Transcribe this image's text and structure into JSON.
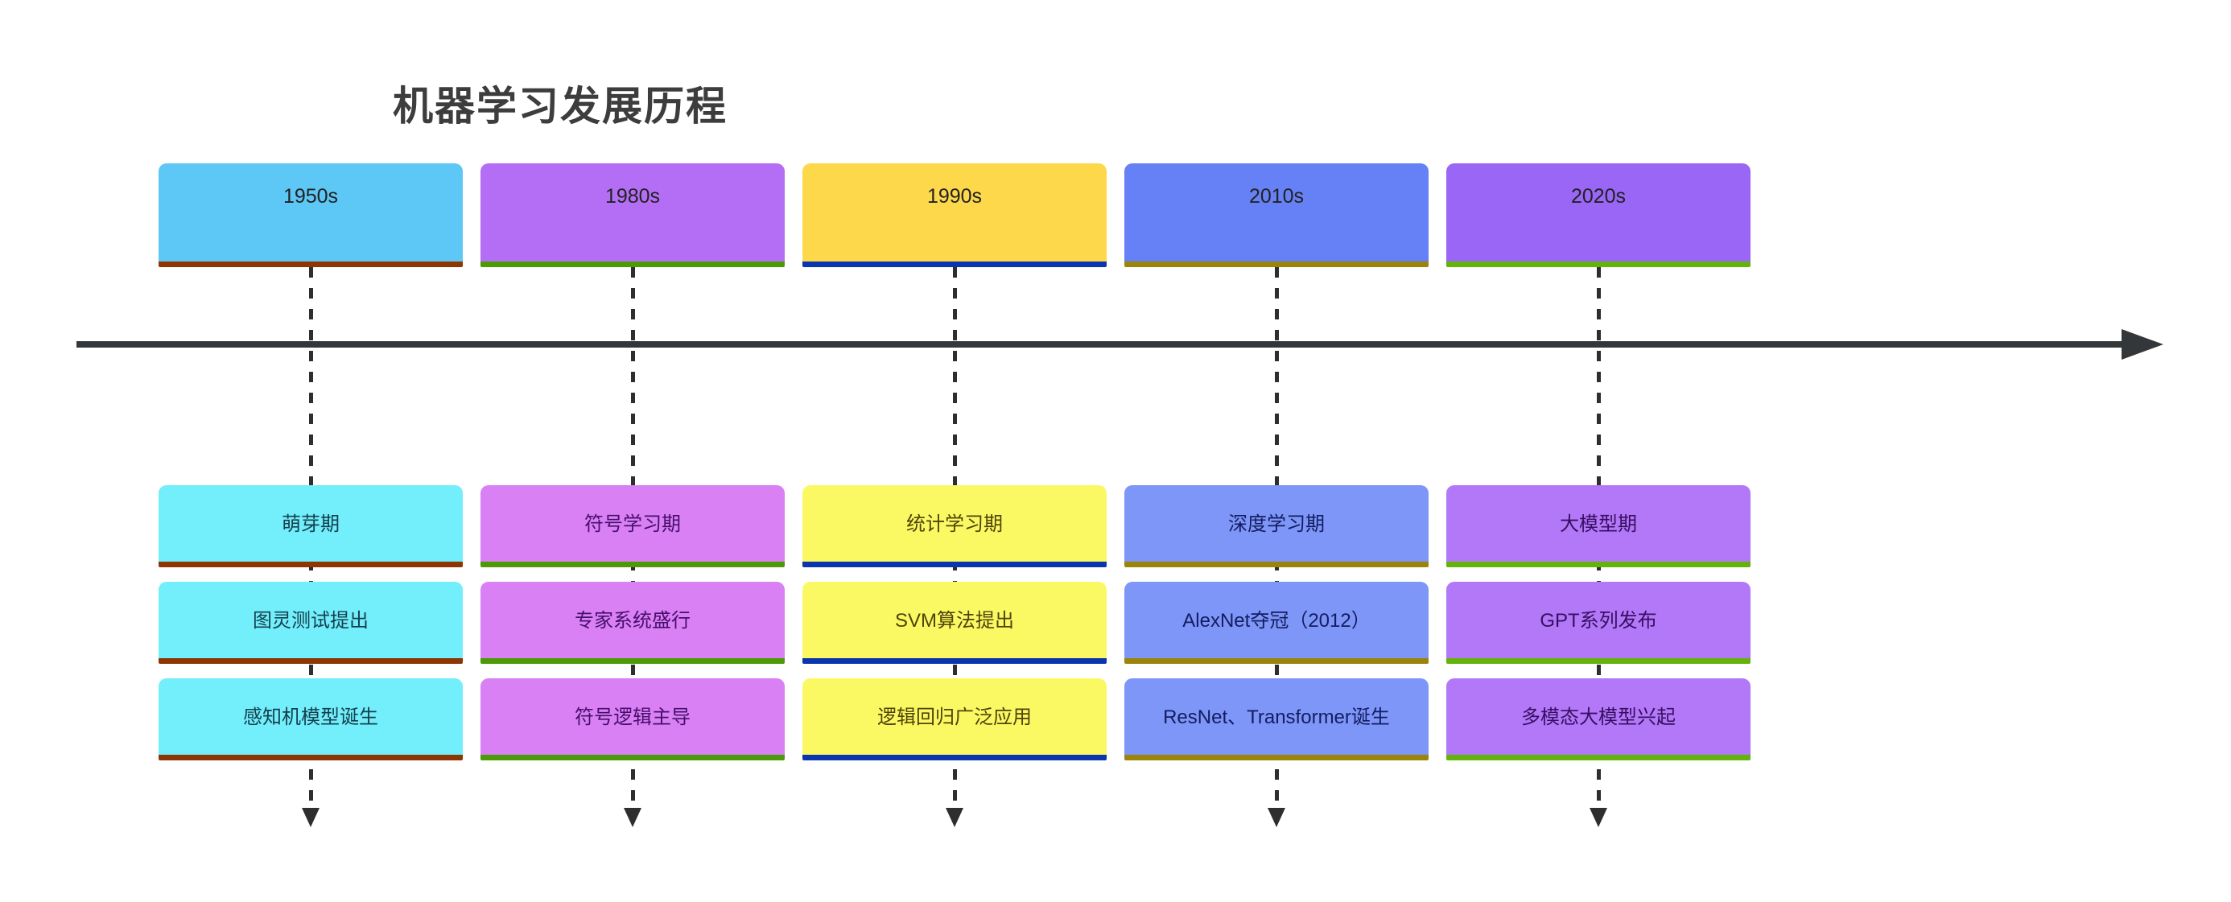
{
  "title": "机器学习发展历程",
  "colors": {
    "background": "#ffffff",
    "title_text": "#3d3d3d",
    "axis": "#33373a",
    "dash": "#2e2e2e",
    "period_label_text": "#222222"
  },
  "timeline": {
    "periods": [
      {
        "label": "1950s",
        "fill": "#5dc8f5",
        "border": "#8e3504",
        "event_fill": "#73eefb",
        "event_text": "#16404e",
        "events": [
          "萌芽期",
          "图灵测试提出",
          "感知机模型诞生"
        ]
      },
      {
        "label": "1980s",
        "fill": "#b46ef5",
        "border": "#4c9a06",
        "event_fill": "#d980f5",
        "event_text": "#470f6b",
        "events": [
          "符号学习期",
          "专家系统盛行",
          "符号逻辑主导"
        ]
      },
      {
        "label": "1990s",
        "fill": "#fdd84a",
        "border": "#0936ae",
        "event_fill": "#fbf963",
        "event_text": "#4f430a",
        "events": [
          "统计学习期",
          "SVM算法提出",
          "逻辑回归广泛应用"
        ]
      },
      {
        "label": "2010s",
        "fill": "#6680f5",
        "border": "#9a8409",
        "event_fill": "#7e96f7",
        "event_text": "#131d60",
        "events": [
          "深度学习期",
          "AlexNet夺冠（2012）",
          "ResNet、Transformer诞生"
        ]
      },
      {
        "label": "2020s",
        "fill": "#9966f6",
        "border": "#63b30b",
        "event_fill": "#b278f7",
        "event_text": "#380e63",
        "events": [
          "大模型期",
          "GPT系列发布",
          "多模态大模型兴起"
        ]
      }
    ]
  }
}
